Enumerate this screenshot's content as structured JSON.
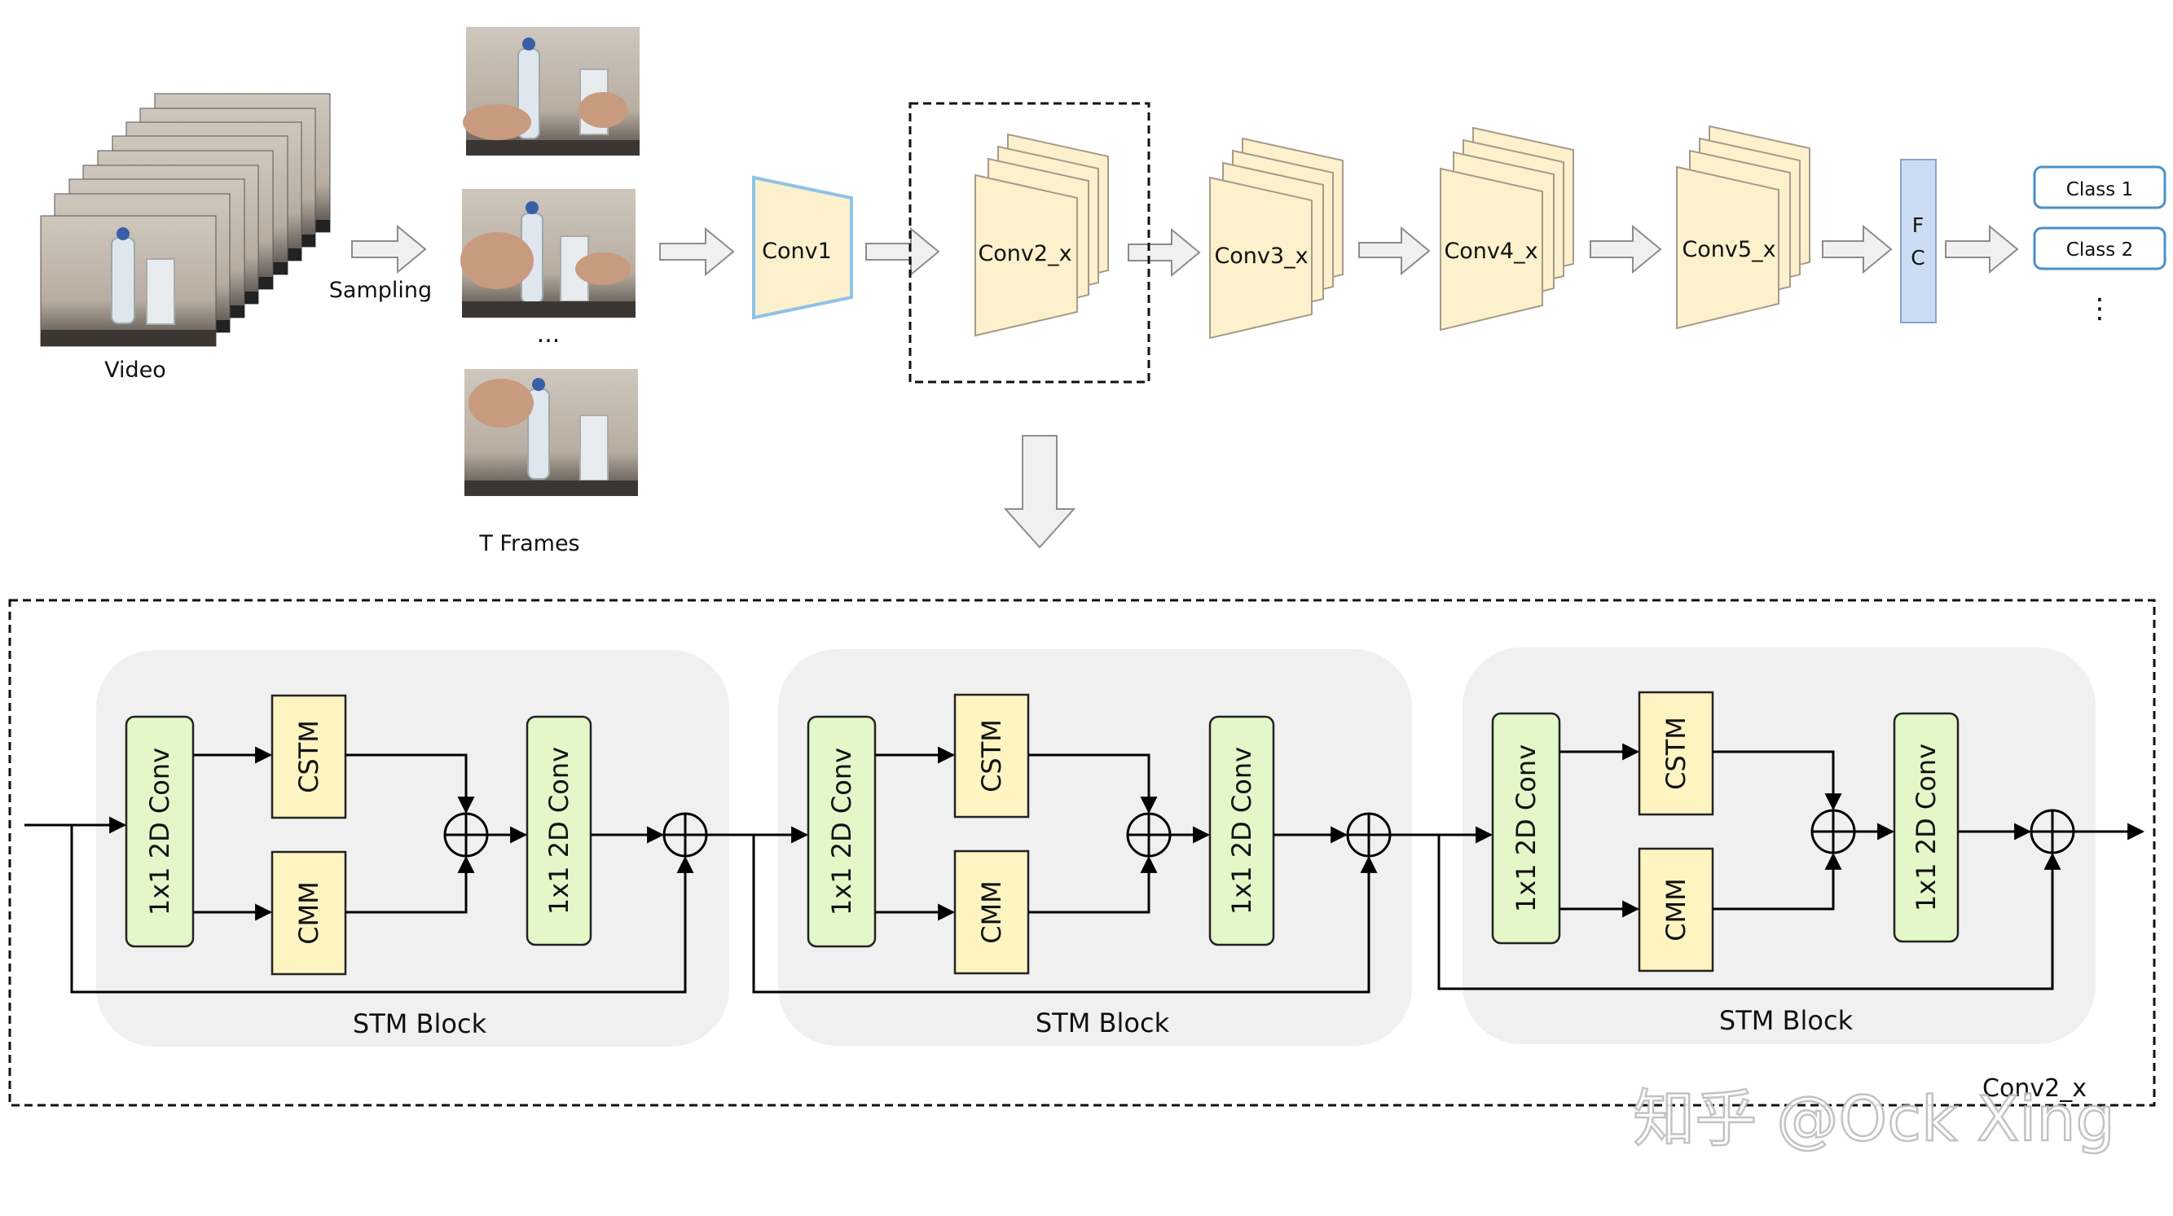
{
  "top": {
    "video_label": "Video",
    "sampling_label": "Sampling",
    "frames_ellipsis": "...",
    "frames_label": "T Frames",
    "stages": [
      "Conv1",
      "Conv2_x",
      "Conv3_x",
      "Conv4_x",
      "Conv5_x"
    ],
    "fc_letters": [
      "F",
      "C"
    ],
    "classes": [
      "Class 1",
      "Class 2"
    ],
    "classes_ellipsis": "⋮"
  },
  "detail": {
    "block_label": "STM Block",
    "conv_label": "1x1 2D Conv",
    "cstm_label": "CSTM",
    "cmm_label": "CMM",
    "panel_label": "Conv2_x"
  },
  "watermark": "知乎 @Ock Xing",
  "colors": {
    "stage_fill": "#fdf0cc",
    "conv_green": "#e3f7c8",
    "module_yellow": "#fdf4c2",
    "fc_blue": "#cddcf5",
    "class_border": "#4a90c8",
    "block_bg": "#f0f0f0"
  }
}
